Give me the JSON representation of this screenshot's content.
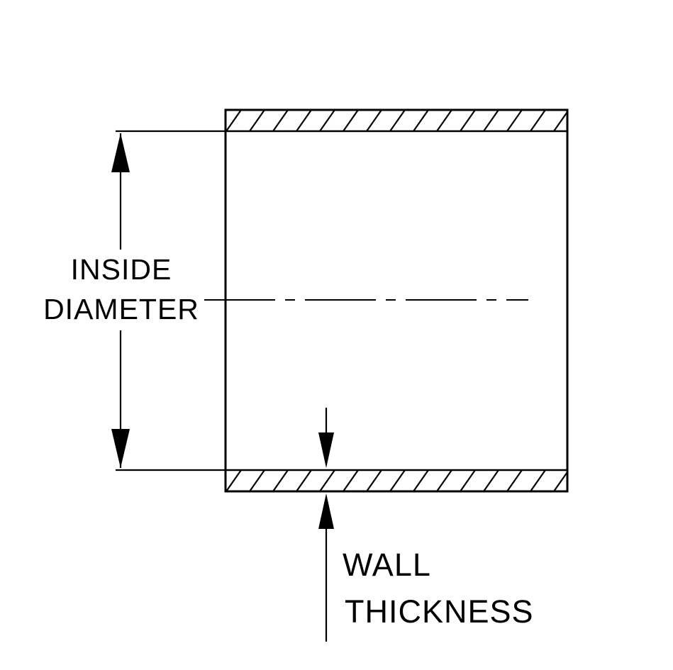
{
  "page": {
    "background_color": "#ffffff",
    "line_color": "#000000"
  },
  "diagram": {
    "labels": {
      "inside_diameter": {
        "line1": "INSIDE",
        "line2": "DIAMETER"
      },
      "wall_thickness": {
        "line1": "WALL",
        "line2": "THICKNESS"
      }
    }
  }
}
